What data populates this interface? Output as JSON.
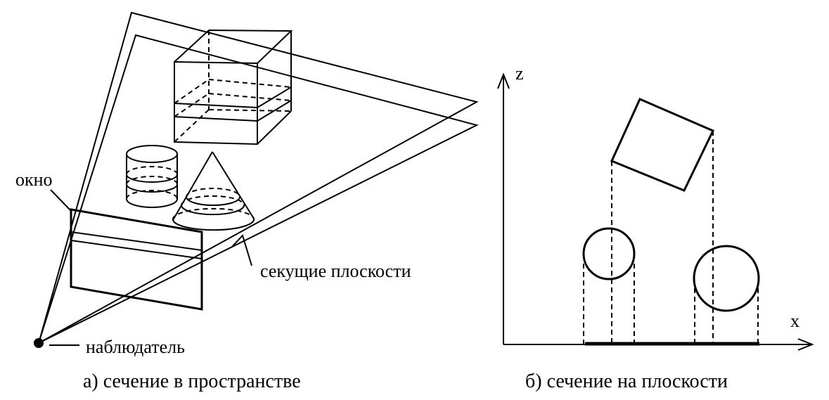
{
  "left_figure": {
    "label_window": "окно",
    "label_planes": "секущие плоскости",
    "label_observer": "наблюдатель",
    "caption": "а) сечение в пространстве"
  },
  "right_figure": {
    "axis_z": "z",
    "axis_x": "x",
    "caption": "б) сечение на плоскости"
  },
  "colors": {
    "ink": "#000000",
    "background": "#ffffff"
  }
}
